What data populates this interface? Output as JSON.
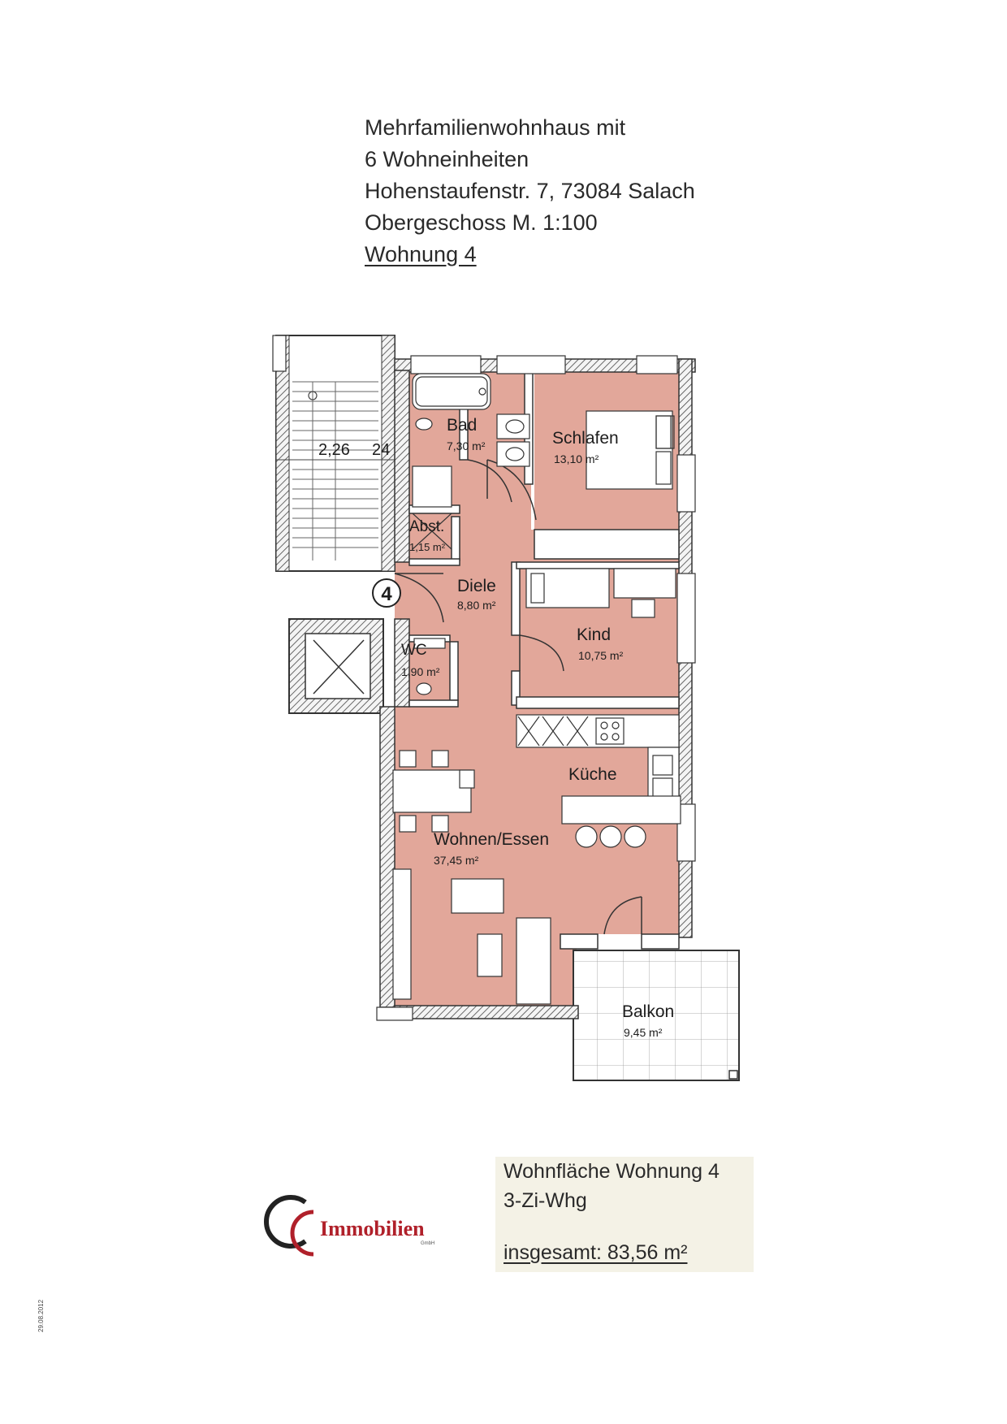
{
  "header": {
    "line1": "Mehrfamilienwohnhaus mit",
    "line2": "6 Wohneinheiten",
    "line3": "Hohenstaufenstr. 7, 73084 Salach",
    "line4": "Obergeschoss M. 1:100",
    "line5": "Wohnung 4"
  },
  "plan": {
    "unit_marker": "4",
    "stair_dimension": "2,26",
    "stair_count": "24",
    "colors": {
      "room_fill": "#e2a79a",
      "balcony_fill": "#ffffff",
      "wall": "#333333"
    },
    "rooms": {
      "bad": {
        "name": "Bad",
        "area": "7,30 m²"
      },
      "schlafen": {
        "name": "Schlafen",
        "area": "13,10 m²"
      },
      "abst": {
        "name": "Abst.",
        "area": "1,15 m²"
      },
      "diele": {
        "name": "Diele",
        "area": "8,80 m²"
      },
      "wc": {
        "name": "WC",
        "area": "1,90 m²"
      },
      "kind": {
        "name": "Kind",
        "area": "10,75 m²"
      },
      "kueche": {
        "name": "Küche",
        "area": ""
      },
      "wohnen": {
        "name": "Wohnen/Essen",
        "area": "37,45 m²"
      },
      "balkon": {
        "name": "Balkon",
        "area": "9,45 m²"
      }
    }
  },
  "summary": {
    "title": "Wohnfläche Wohnung 4",
    "type": "3-Zi-Whg",
    "total": "insgesamt: 83,56 m²"
  },
  "logo": {
    "name": "Immobilien",
    "sub": "GmbH",
    "letters": "CC"
  },
  "side_date": "29.08.2012"
}
